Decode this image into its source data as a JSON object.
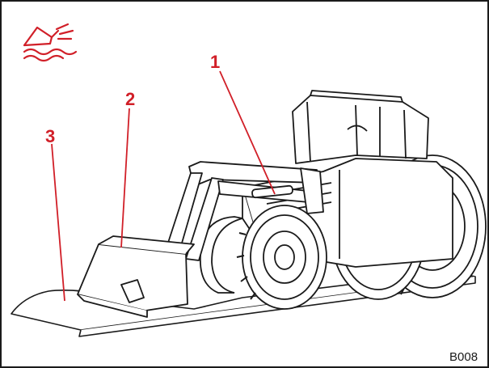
{
  "figure": {
    "code": "B008",
    "callouts": [
      {
        "id": "1",
        "label": "1"
      },
      {
        "id": "2",
        "label": "2"
      },
      {
        "id": "3",
        "label": "3"
      }
    ]
  },
  "colors": {
    "accent": "#d11f28",
    "line": "#1a1a1a",
    "background": "#ffffff"
  },
  "icons": {
    "topleft": "bucket-unloading-icon"
  }
}
